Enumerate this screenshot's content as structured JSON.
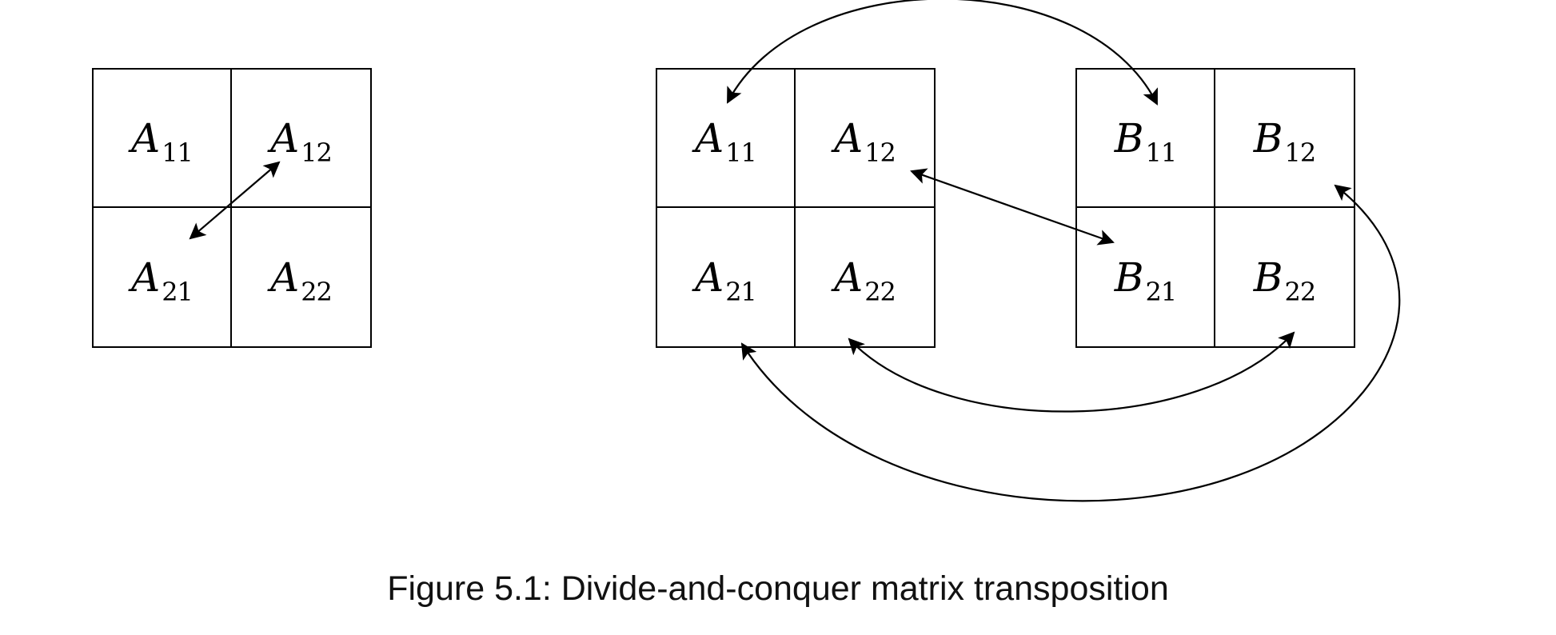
{
  "caption": "Figure 5.1: Divide-and-conquer matrix transposition",
  "matrices": {
    "left": {
      "name": "A",
      "cells": [
        {
          "base": "A",
          "sub": "11"
        },
        {
          "base": "A",
          "sub": "12"
        },
        {
          "base": "A",
          "sub": "21"
        },
        {
          "base": "A",
          "sub": "22"
        }
      ]
    },
    "mid": {
      "name": "A",
      "cells": [
        {
          "base": "A",
          "sub": "11"
        },
        {
          "base": "A",
          "sub": "12"
        },
        {
          "base": "A",
          "sub": "21"
        },
        {
          "base": "A",
          "sub": "22"
        }
      ]
    },
    "right": {
      "name": "B",
      "cells": [
        {
          "base": "B",
          "sub": "11"
        },
        {
          "base": "B",
          "sub": "12"
        },
        {
          "base": "B",
          "sub": "21"
        },
        {
          "base": "B",
          "sub": "22"
        }
      ]
    }
  },
  "arrows": [
    {
      "id": "swap-a12-a21",
      "from": "A12",
      "to": "A21",
      "type": "swap",
      "shape": "straight-diagonal"
    },
    {
      "id": "swap-a11-b11",
      "from": "A11",
      "to": "B11",
      "type": "swap",
      "shape": "arc-over-top"
    },
    {
      "id": "swap-a12-b21",
      "from": "A12",
      "to": "B21",
      "type": "swap",
      "shape": "straight-diagonal"
    },
    {
      "id": "swap-a22-b22",
      "from": "A22",
      "to": "B22",
      "type": "swap",
      "shape": "arc-under-bottom"
    },
    {
      "id": "swap-a21-b12",
      "from": "A21",
      "to": "B12",
      "type": "swap",
      "shape": "large-arc-under-and-around"
    }
  ],
  "colors": {
    "ink": "#000000",
    "background": "#ffffff"
  }
}
